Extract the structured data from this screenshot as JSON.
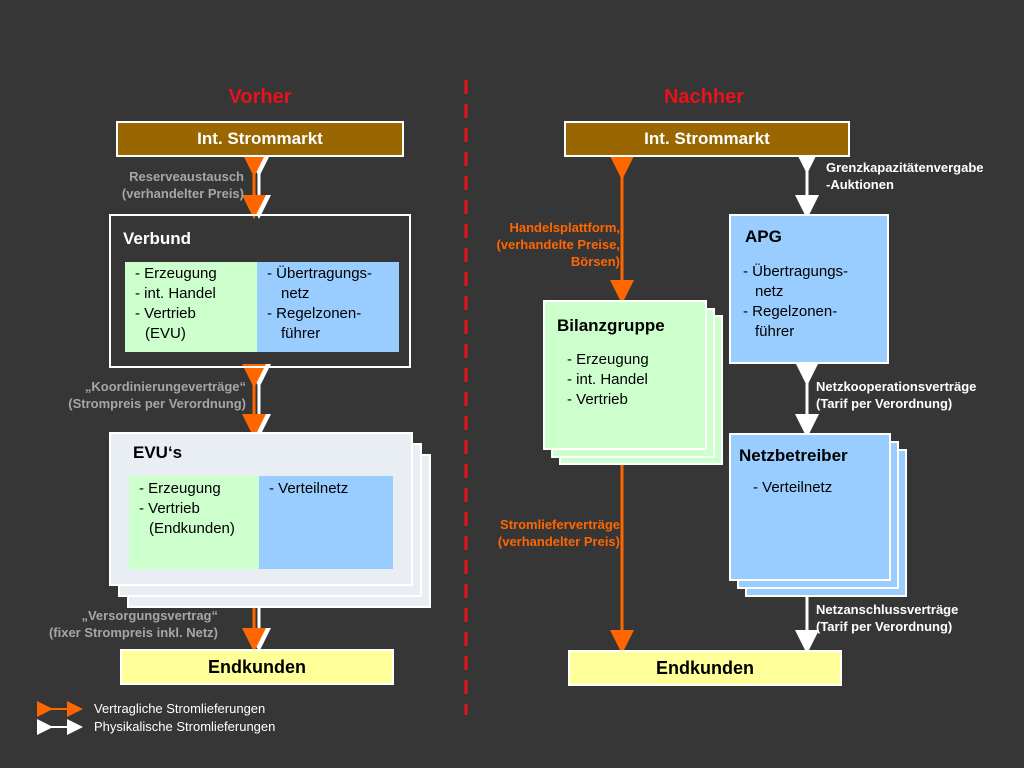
{
  "headings": {
    "left": "Vorher",
    "right": "Nachher"
  },
  "left": {
    "market": "Int. Strommarkt",
    "arrow1_label": [
      "Reserveaustausch",
      "(verhandelter Preis)"
    ],
    "verbund": {
      "title": "Verbund",
      "green_items": [
        "- Erzeugung",
        "- int. Handel",
        "- Vertrieb",
        "  (EVU)"
      ],
      "blue_items": [
        "- Übertragungs-",
        "  netz",
        "- Regelzonen-",
        "  führer"
      ]
    },
    "arrow2_label": [
      "„Koordinierungeverträge“",
      "(Strompreis per Verordnung)"
    ],
    "evus": {
      "title": "EVU‘s",
      "green_items": [
        "- Erzeugung",
        "- Vertrieb",
        "  (Endkunden)"
      ],
      "blue_items": [
        "- Verteilnetz"
      ]
    },
    "arrow3_label": [
      "„Versorgungsvertrag“",
      "(fixer Strompreis inkl. Netz)"
    ],
    "end": "Endkunden"
  },
  "right": {
    "market": "Int. Strommarkt",
    "grenz_label": [
      "Grenzkapazitätenvergabe",
      "-Auktionen"
    ],
    "handel_label": [
      "Handelsplattform,",
      "(verhandelte Preise,",
      "Börsen)"
    ],
    "apg": {
      "title": "APG",
      "items": [
        "- Übertragungs-",
        "  netz",
        "- Regelzonen-",
        "  führer"
      ]
    },
    "bilanz": {
      "title": "Bilanzgruppe",
      "items": [
        "- Erzeugung",
        "- int. Handel",
        "- Vertrieb"
      ]
    },
    "netzkoop_label": [
      "Netzkooperationsverträge",
      "(Tarif per Verordnung)"
    ],
    "netzbetreiber": {
      "title": "Netzbetreiber",
      "items": [
        "- Verteilnetz"
      ]
    },
    "strom_label": [
      "Stromlieferverträge",
      "(verhandelter Preis)"
    ],
    "netzanschluss_label": [
      "Netzanschlussverträge",
      "(Tarif per Verordnung)"
    ],
    "end": "Endkunden"
  },
  "legend": [
    {
      "label": "Vertragliche Stromlieferungen",
      "color": "#ff6600"
    },
    {
      "label": "Physikalische Stromlieferungen",
      "color": "#ffffff"
    }
  ],
  "colors": {
    "background": "#363636",
    "market": "#996600",
    "end": "#ffff99",
    "green": "#ccffcc",
    "blue": "#99ccff",
    "heading": "#e8121b",
    "orange": "#ff6600",
    "divider": "#e8121b"
  }
}
